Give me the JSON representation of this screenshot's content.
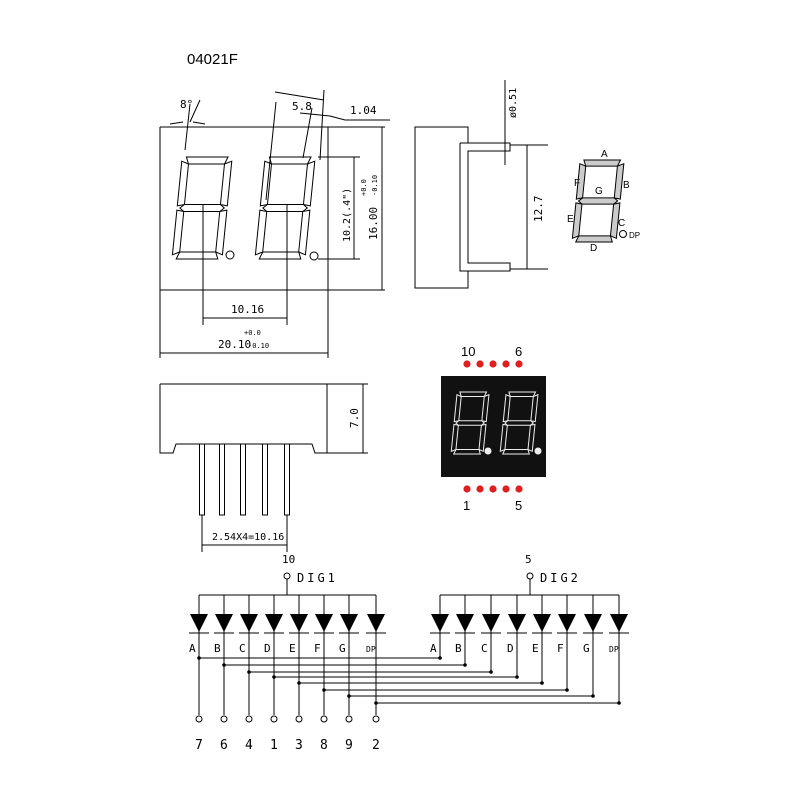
{
  "title": "04021F",
  "front_view": {
    "angle": "8°",
    "dim_5_8": "5.8",
    "dim_1_04": "1.04",
    "dim_height_digit": "10.2(.4\")",
    "dim_height_total": "16.00",
    "dim_height_tol_plus": "+0.0",
    "dim_height_tol_minus": "-0.10",
    "dim_pitch": "10.16",
    "dim_width": "20.10",
    "dim_width_tol_plus": "+0.0",
    "dim_width_tol_minus": "-0.10"
  },
  "side_view": {
    "pin_diameter": "ø0.51",
    "row_spacing": "12.7"
  },
  "segment_legend": {
    "labels": [
      "A",
      "B",
      "C",
      "D",
      "E",
      "F",
      "G",
      "DP"
    ]
  },
  "bottom_view": {
    "depth": "7.0",
    "pin_spacing": "2.54X4=10.16"
  },
  "pinout": {
    "top_left": "10",
    "top_right": "6",
    "bottom_left": "1",
    "bottom_right": "5",
    "dot_color": "#e02020"
  },
  "schematic": {
    "digits": [
      {
        "label": "DIG1",
        "pin": "10"
      },
      {
        "label": "DIG2",
        "pin": "5"
      }
    ],
    "segments": [
      "A",
      "B",
      "C",
      "D",
      "E",
      "F",
      "G",
      "DP"
    ],
    "segment_pins": [
      "7",
      "6",
      "4",
      "1",
      "3",
      "8",
      "9",
      "2"
    ]
  }
}
